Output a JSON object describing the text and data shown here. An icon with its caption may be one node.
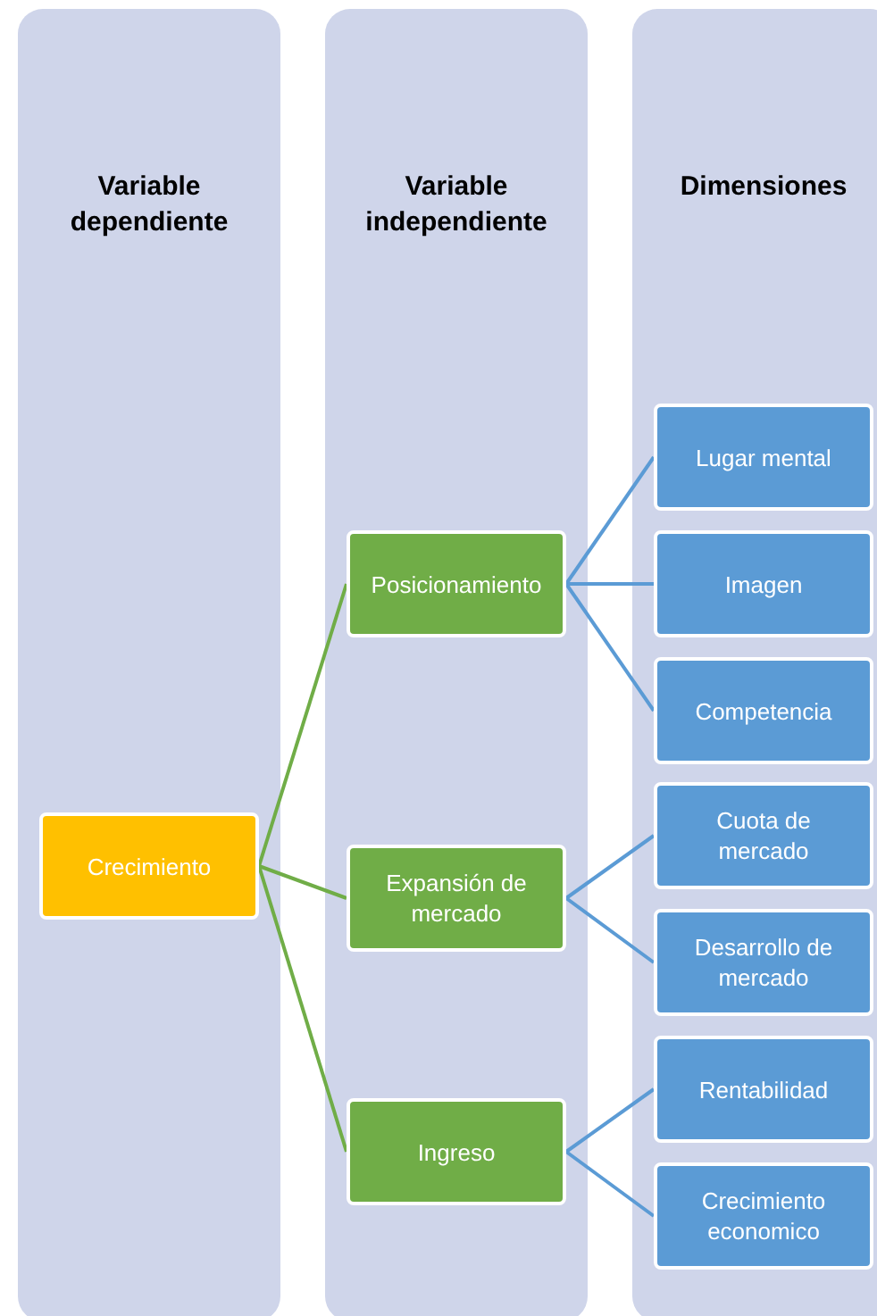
{
  "diagram": {
    "nodes": [
      {
        "text": [
          "Variable dependiente"
        ]
      },
      {
        "text": [
          "Variable independiente"
        ]
      },
      {
        "text": [
          "Dimensiones"
        ]
      },
      {
        "text": [
          "Crecimiento"
        ],
        "in": 0
      },
      {
        "text": [
          "Posicionamiento"
        ],
        "in": 1
      },
      {
        "text": [
          "Expansión de mercado"
        ],
        "in": 1
      },
      {
        "text": [
          "Ingreso"
        ],
        "in": 1
      },
      {
        "text": [
          "Lugar mental"
        ],
        "in": 2
      },
      {
        "text": [
          "Imagen"
        ],
        "in": 2
      },
      {
        "text": [
          "Competencia"
        ],
        "in": 2
      },
      {
        "text": [
          "Cuota de mercado"
        ],
        "in": 2
      },
      {
        "text": [
          "Desarrollo de mercado"
        ],
        "in": 2
      },
      {
        "text": [
          "Rentabilidad"
        ],
        "in": 2
      },
      {
        "text": [
          "Crecimiento economico"
        ],
        "in": 2
      }
    ],
    "edges": [
      {
        "from": 3,
        "to": 4,
        "arrow": "none",
        "color": "#70ad47"
      },
      {
        "from": 3,
        "to": 5,
        "arrow": "none",
        "color": "#70ad47"
      },
      {
        "from": 3,
        "to": 6,
        "arrow": "none",
        "color": "#70ad47"
      },
      {
        "from": 4,
        "to": 7,
        "arrow": "none"
      },
      {
        "from": 4,
        "to": 8,
        "arrow": "none"
      },
      {
        "from": 4,
        "to": 9,
        "arrow": "none"
      },
      {
        "from": 5,
        "to": 10,
        "arrow": "none"
      },
      {
        "from": 5,
        "to": 11,
        "arrow": "none"
      },
      {
        "from": 6,
        "to": 12,
        "arrow": "none"
      },
      {
        "from": 6,
        "to": 13,
        "arrow": "none"
      }
    ]
  }
}
